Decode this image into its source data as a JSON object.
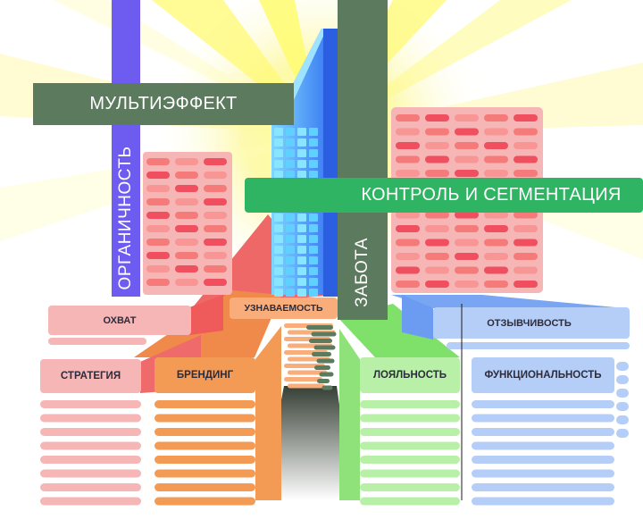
{
  "labels": {
    "multieffect": "МУЛЬТИЭФФЕКТ",
    "organicity": "ОРГАНИЧНОСТЬ",
    "control": "КОНТРОЛЬ И СЕГМЕНТАЦИЯ",
    "care": "ЗАБОТА",
    "reach": "ОХВАТ",
    "recognition": "УЗНАВАЕМОСТЬ",
    "responsiveness": "ОТЗЫВЧИВОСТЬ",
    "strategy": "СТРАТЕГИЯ",
    "branding": "БРЕНДИНГ",
    "loyalty": "ЛОЯЛЬНОСТЬ",
    "functionality": "ФУНКЦИОНАЛЬНОСТЬ"
  },
  "colors": {
    "green_dark": "#5c7a5e",
    "green_bright": "#2fb463",
    "purple": "#6e5cf0",
    "pink": "#f5b8b8",
    "red": "#ef5a5a",
    "orange": "#f69b57",
    "light_green": "#b8f0a8",
    "light_blue": "#b5cef8",
    "blue": "#2e7bef",
    "yellow": "#fff45a"
  }
}
